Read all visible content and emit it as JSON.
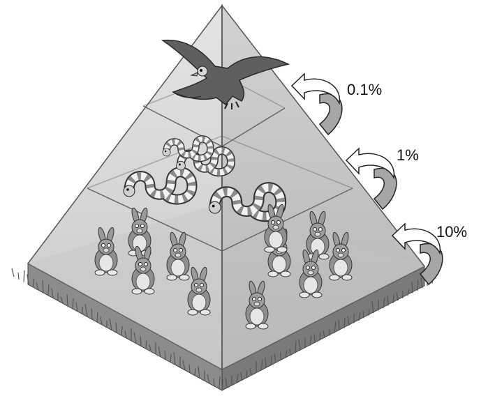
{
  "diagram": {
    "type": "ecological-energy-pyramid",
    "levels": [
      {
        "name": "eagle",
        "organism_icon": "eagle-icon",
        "count": 1,
        "percent_label": "0.1%"
      },
      {
        "name": "snakes",
        "organism_icon": "snake-icon",
        "count": 4,
        "percent_label": "1%"
      },
      {
        "name": "rabbits",
        "organism_icon": "rabbit-icon",
        "count": 11,
        "percent_label": "10%"
      }
    ],
    "base": {
      "icon": "grass-icon"
    },
    "arrow_icon": "curved-arrow-icon",
    "colors": {
      "pyramid_left_face": "#d2d2d2",
      "pyramid_right_face": "#bdbdbd",
      "edge": "#555555",
      "grass": "#7d7d7d",
      "arrow_fill": "#a6a6a6"
    }
  }
}
